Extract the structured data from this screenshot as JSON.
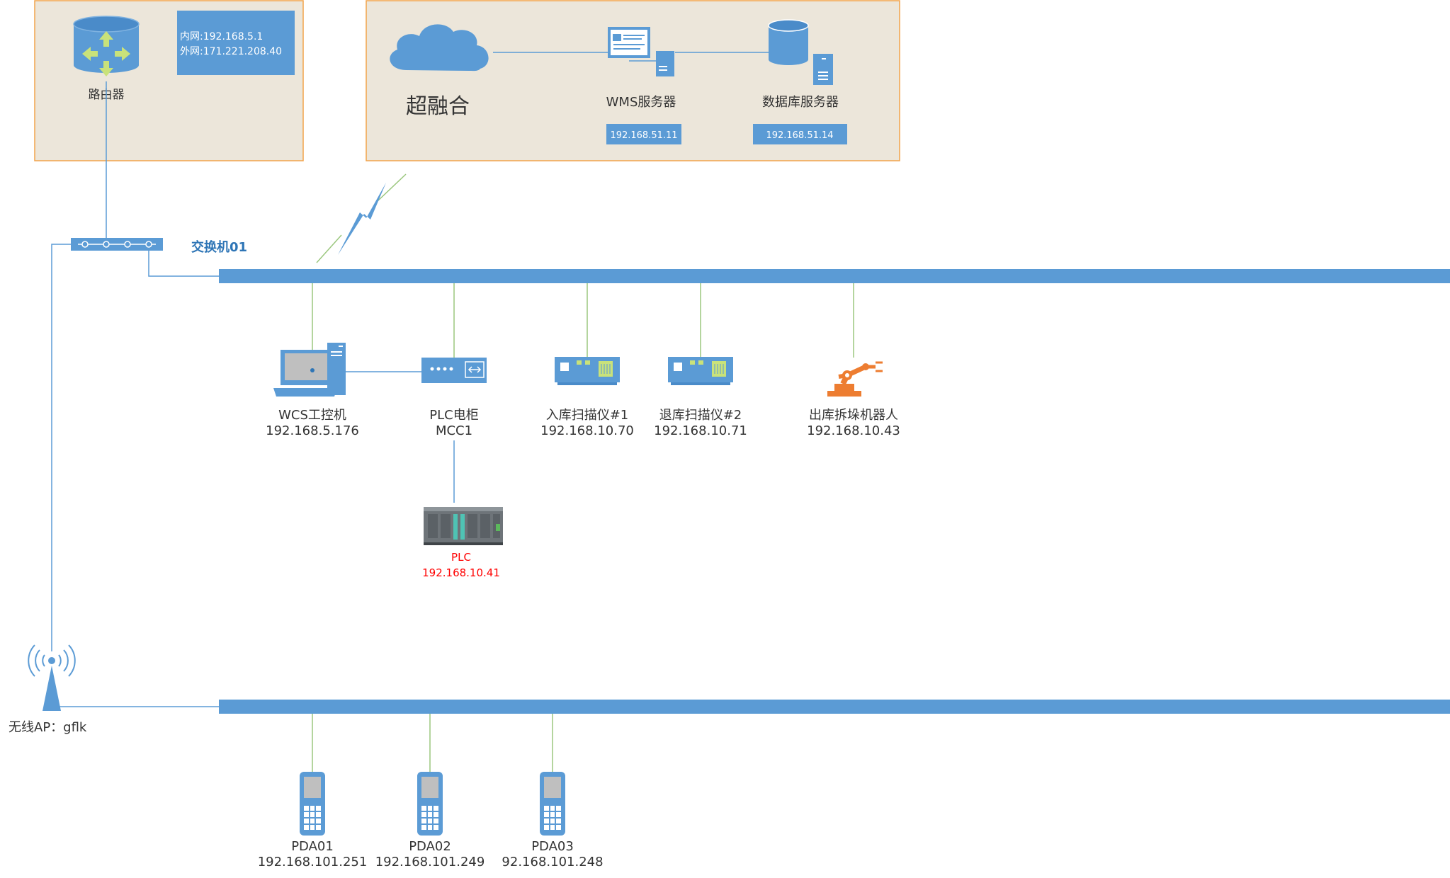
{
  "router": {
    "label": "路由器",
    "ip_inner": "内网:192.168.5.1",
    "ip_outer": "外网:171.221.208.40"
  },
  "cloud": {
    "label": "超融合",
    "wms_label": "WMS服务器",
    "wms_ip": "192.168.51.11",
    "db_label": "数据库服务器",
    "db_ip": "192.168.51.14"
  },
  "switch": {
    "label": "交换机01"
  },
  "devices": {
    "wcs": {
      "label": "WCS工控机",
      "ip": "192.168.5.176"
    },
    "plc_cabinet": {
      "label": "PLC电柜",
      "sub": "MCC1"
    },
    "plc": {
      "label": "PLC",
      "ip": "192.168.10.41"
    },
    "scanner_in": {
      "label": "入库扫描仪#1",
      "ip": "192.168.10.70"
    },
    "scanner_out": {
      "label": "退库扫描仪#2",
      "ip": "192.168.10.71"
    },
    "robot": {
      "label": "出库拆垛机器人",
      "ip": "192.168.10.43"
    }
  },
  "ap": {
    "label": "无线AP：gflk"
  },
  "pdas": [
    {
      "label": "PDA01",
      "ip": "192.168.101.251"
    },
    {
      "label": "PDA02",
      "ip": "192.168.101.249"
    },
    {
      "label": "PDA03",
      "ip": "92.168.101.248"
    }
  ],
  "colors": {
    "panel_bg": "#ece6da",
    "panel_border": "#f2a34a",
    "bus": "#5b9bd5",
    "device": "#5b9bd5",
    "link_green": "#9bc77e",
    "link_blue": "#5b9bd5",
    "plc_red": "#ff0000",
    "robot_orange": "#ed7d31",
    "switch_label": "#2e75b6"
  }
}
